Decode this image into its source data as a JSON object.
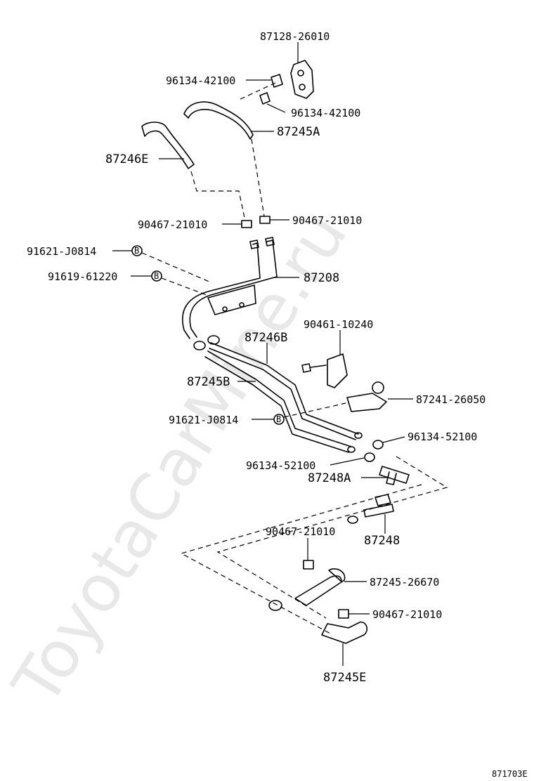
{
  "watermark": "ToyotaCarMine.ru",
  "diagram_code": "871703E",
  "parts": {
    "p87128": "87128-26010",
    "p96134_a": "96134-42100",
    "p96134_b": "96134-42100",
    "p87245A": "87245A",
    "p87246E": "87246E",
    "p90467_a": "90467-21010",
    "p90467_b": "90467-21010",
    "p91621_a": "91621-J0814",
    "p91619": "91619-61220",
    "p87208": "87208",
    "p90461": "90461-10240",
    "p87246B": "87246B",
    "p87245B": "87245B",
    "p87241": "87241-26050",
    "p91621_b": "91621-J0814",
    "p96134_c": "96134-52100",
    "p96134_d": "96134-52100",
    "p87248A": "87248A",
    "p90467_c": "90467-21010",
    "p87248": "87248",
    "p87245_26670": "87245-26670",
    "p90467_d": "90467-21010",
    "p87245E": "87245E"
  },
  "markers": {
    "b": "B"
  }
}
